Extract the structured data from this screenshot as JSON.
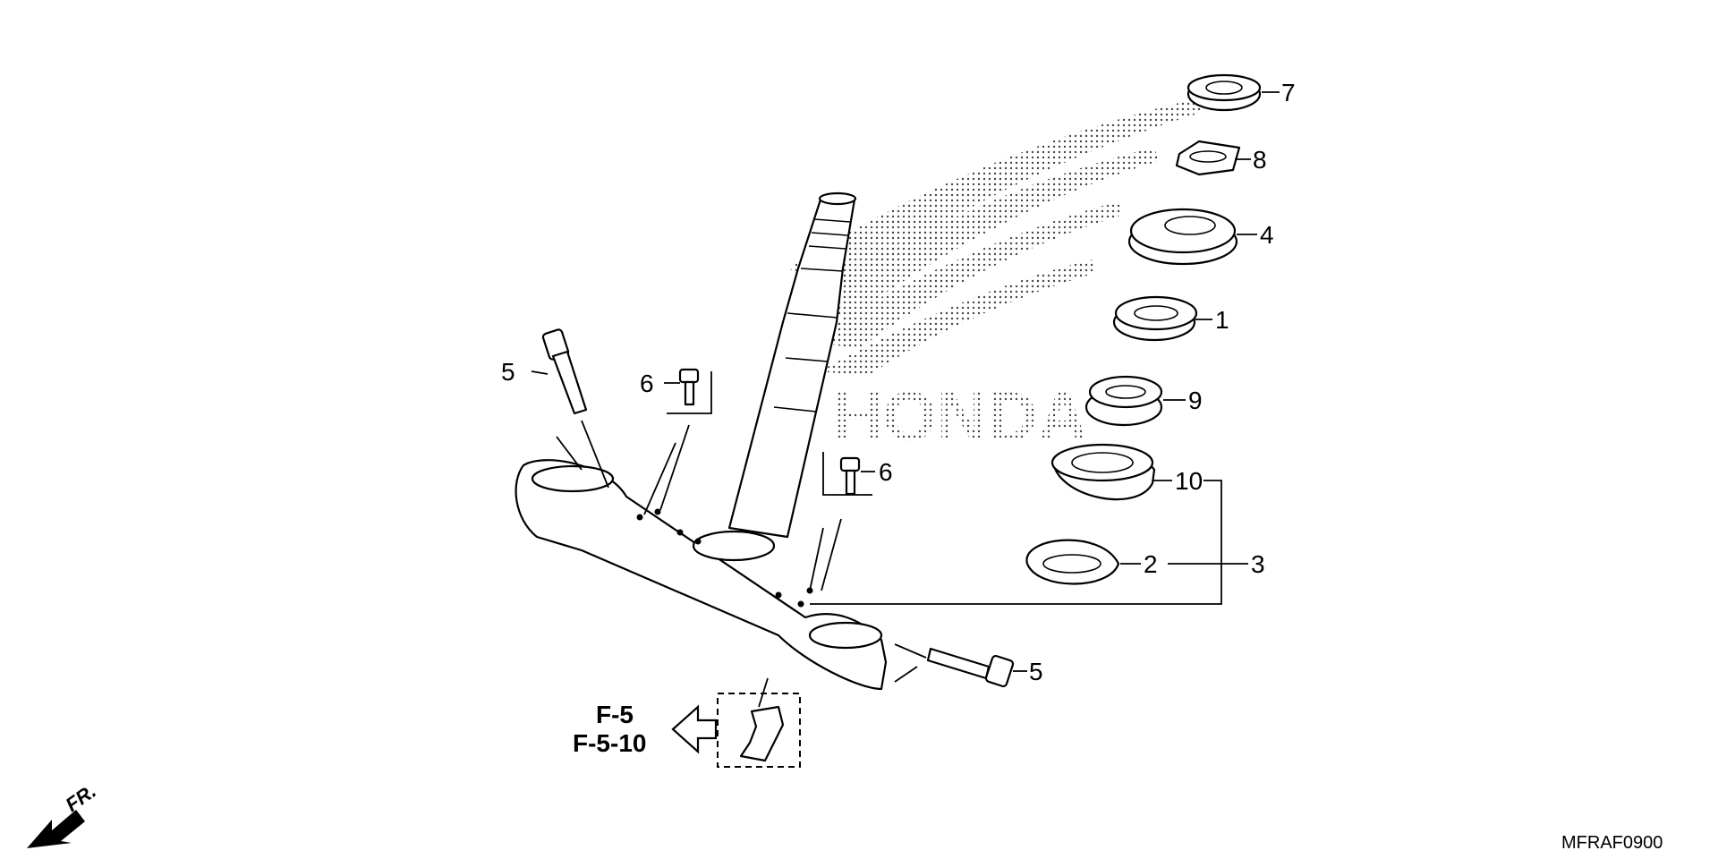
{
  "diagram": {
    "code": "MFRAF0900",
    "watermark": "HONDA",
    "direction_label": "FR.",
    "reference_lines": [
      "F-5",
      "F-5-10"
    ],
    "callouts": {
      "c7": "7",
      "c8": "8",
      "c4": "4",
      "c1": "1",
      "c9": "9",
      "c10": "10",
      "c2": "2",
      "c3": "3",
      "c5_top": "5",
      "c5_bottom": "5",
      "c6_left": "6",
      "c6_right": "6"
    }
  }
}
